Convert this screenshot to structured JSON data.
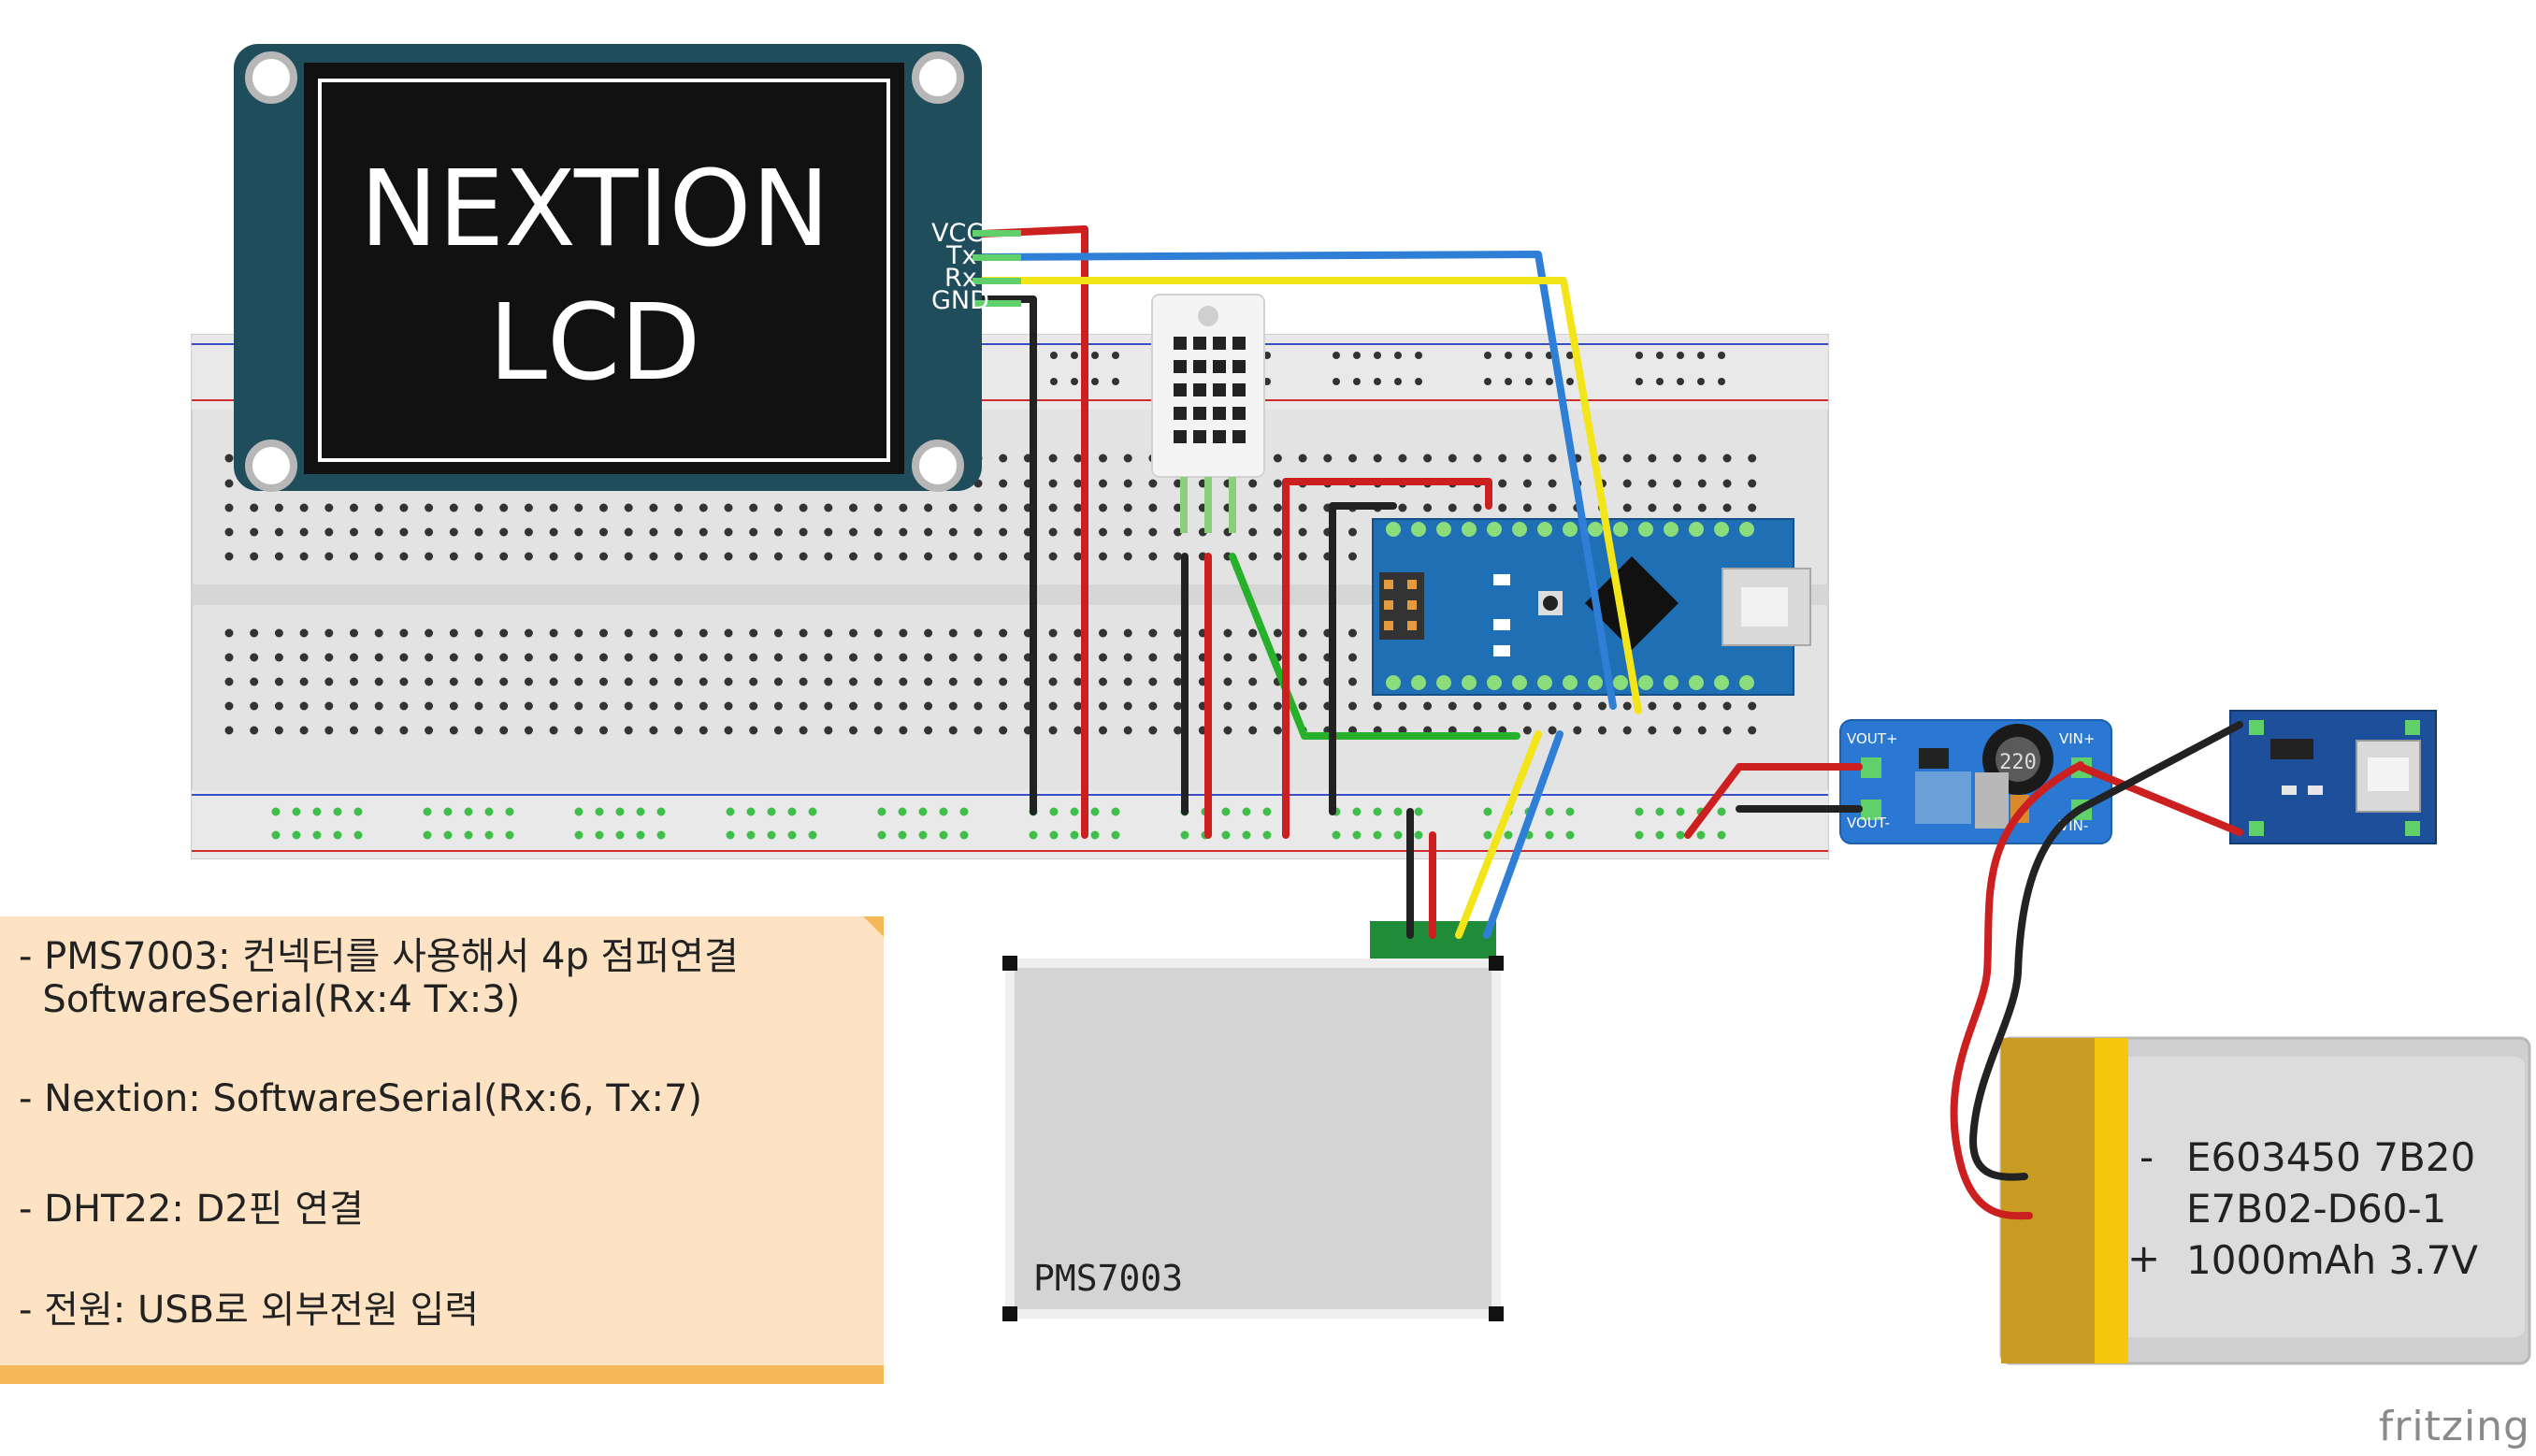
{
  "components": {
    "lcd": {
      "title_line1": "NEXTION",
      "title_line2": "LCD",
      "pins": [
        "VCC",
        "Tx",
        "Rx",
        "GND"
      ]
    },
    "pms_sensor": {
      "label": "PMS7003"
    },
    "battery": {
      "line1": "E603450 7B20",
      "line2": "E7B02-D60-1",
      "line3": "1000mAh 3.7V",
      "minus": "-",
      "plus": "+"
    },
    "boost_converter": {
      "vout_plus": "VOUT+",
      "vout_minus": "VOUT-",
      "vin_plus": "VIN+",
      "vin_minus": "VIN-",
      "inductor": "220"
    }
  },
  "notes": [
    "- PMS7003: 컨넥터를 사용해서 4p 점퍼연결",
    "  SoftwareSerial(Rx:4 Tx:3)",
    "- Nextion: SoftwareSerial(Rx:6, Tx:7)",
    "- DHT22: D2핀 연결",
    "- 전원: USB로 외부전원 입력"
  ],
  "watermark": "fritzing",
  "colors": {
    "wire_red": "#cc1f1f",
    "wire_black": "#222222",
    "wire_blue": "#2f7fd6",
    "wire_yellow": "#f2e51a",
    "wire_green": "#27b02a",
    "lcd_board": "#1f4d5c",
    "arduino_board": "#1f6fb5",
    "breadboard": "#e6e6e6",
    "note_bg": "#fde3c3",
    "note_border": "#f6b95a"
  }
}
